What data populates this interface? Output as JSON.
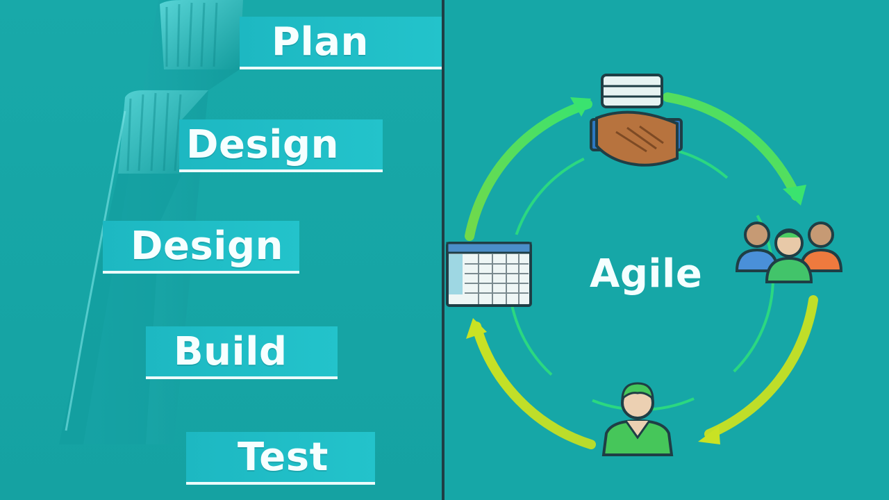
{
  "waterfall": {
    "stages": [
      "Plan",
      "Design",
      "Design",
      "Build",
      "Test"
    ]
  },
  "agile": {
    "title": "Agile"
  },
  "colors": {
    "background": "#16a7a7",
    "divider": "#1f3e45",
    "label_fill": "#1db8c2",
    "label_underline": "#ecfbfb",
    "arrow_green": "#35e06b",
    "arrow_yellow": "#c8e323"
  },
  "icons": [
    "handshake-icon",
    "team-icon",
    "support-agent-icon",
    "spreadsheet-icon"
  ]
}
